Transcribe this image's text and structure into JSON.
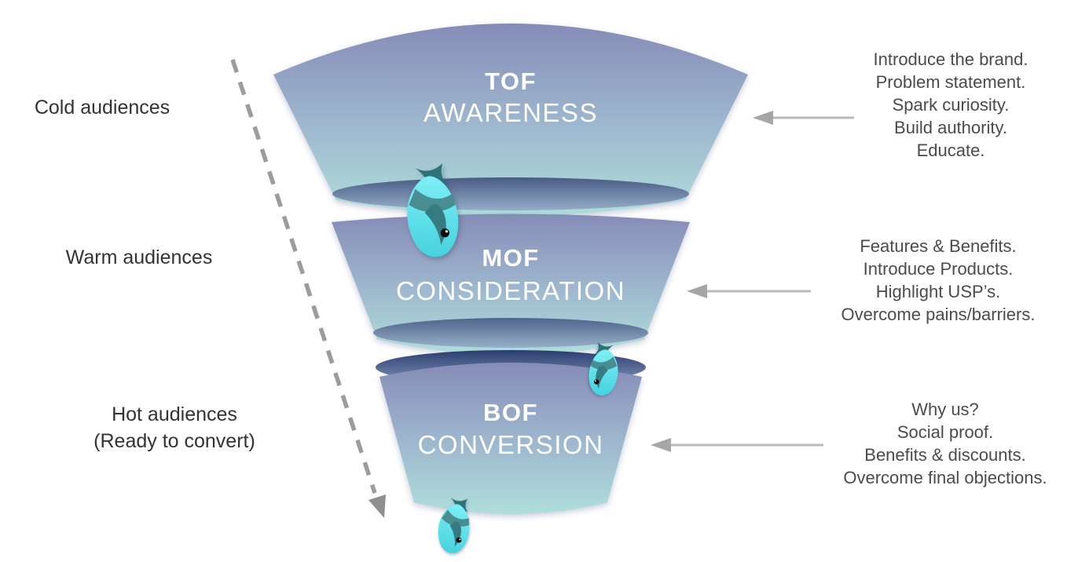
{
  "diagram_type": "marketing-funnel",
  "stages": [
    {
      "code": "TOF",
      "name": "AWARENESS",
      "audience": {
        "label": "Cold audiences",
        "note": ""
      },
      "tactics": [
        "Introduce the brand.",
        "Problem statement.",
        "Spark curiosity.",
        "Build authority.",
        "Educate."
      ]
    },
    {
      "code": "MOF",
      "name": "CONSIDERATION",
      "audience": {
        "label": "Warm audiences",
        "note": ""
      },
      "tactics": [
        "Features & Benefits.",
        "Introduce Products.",
        "Highlight USP’s.",
        "Overcome pains/barriers."
      ]
    },
    {
      "code": "BOF",
      "name": "CONVERSION",
      "audience": {
        "label": "Hot audiences",
        "note": "(Ready to convert)"
      },
      "tactics": [
        "Why us?",
        "Social proof.",
        "Benefits & discounts.",
        "Overcome final objections."
      ]
    }
  ],
  "icons": {
    "fish": "fish-icon",
    "tactic_pointer": "arrow-left-icon",
    "flow_direction": "dashed-arrow-down-icon"
  },
  "colors": {
    "funnel_top": "#868cb8",
    "funnel_mid": "#9db5cd",
    "funnel_bottom": "#afdedb",
    "opening_dark": "#41517f",
    "opening_light": "#93a9c4",
    "navy_dark": "#2b3d70",
    "navy_light": "#8095b8",
    "fish_body_light": "#7eeef6",
    "fish_body_dark": "#46d2de",
    "fish_fin": "#357b81",
    "fish_stripe": "#48888d",
    "arrow_gray": "#b8b8b8",
    "dashed_gray": "#9c9c9c",
    "stage_text": "#ffffff",
    "audience_text": "#333333",
    "tactics_text": "#4b4b4b"
  }
}
